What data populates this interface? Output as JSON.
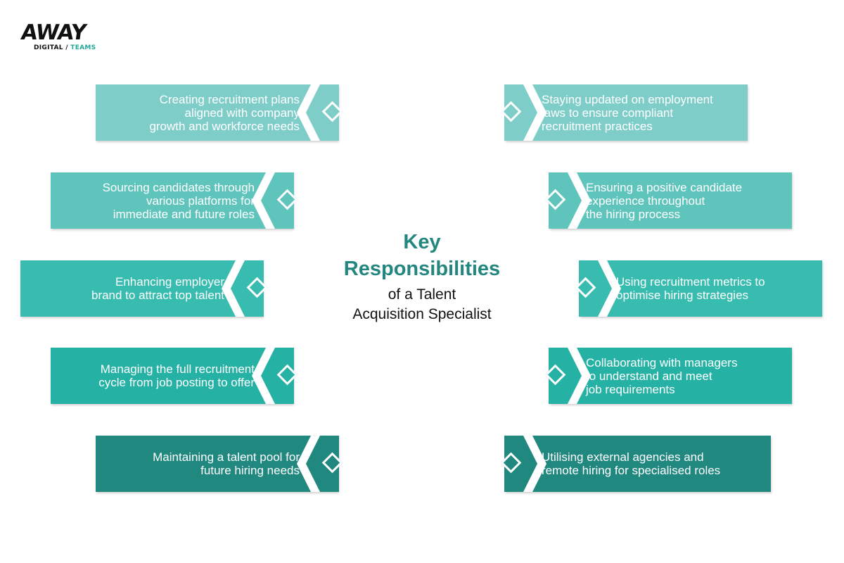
{
  "logo": {
    "main": "AWAY",
    "sub_left": "DIGITAL",
    "sub_sep": " / ",
    "sub_right": "TEAMS"
  },
  "center": {
    "line1": "Key",
    "line2": "Responsibilities",
    "line3": "of a Talent",
    "line4": "Acquisition Specialist"
  },
  "colors": {
    "row1": "#7ecdc8",
    "row2": "#5fc4bc",
    "row3": "#38bcb0",
    "row4": "#25b2a5",
    "row5": "#20887f",
    "title": "#23877f"
  },
  "left_items": [
    "Creating recruitment plans\naligned with company\ngrowth and workforce needs",
    "Sourcing candidates through\nvarious platforms for\nimmediate and future roles",
    "Enhancing employer\nbrand to attract top talent",
    "Managing the full recruitment\ncycle from job posting to offer",
    "Maintaining a talent pool for\nfuture hiring needs"
  ],
  "right_items": [
    "Staying updated on employment\nlaws to ensure compliant\nrecruitment practices",
    "Ensuring a positive candidate\nexperience throughout\nthe hiring process",
    "Using recruitment metrics to\noptimise hiring strategies",
    "Collaborating with managers\nto understand and meet\njob requirements",
    "Utilising external agencies and\nremote hiring for specialised roles"
  ]
}
